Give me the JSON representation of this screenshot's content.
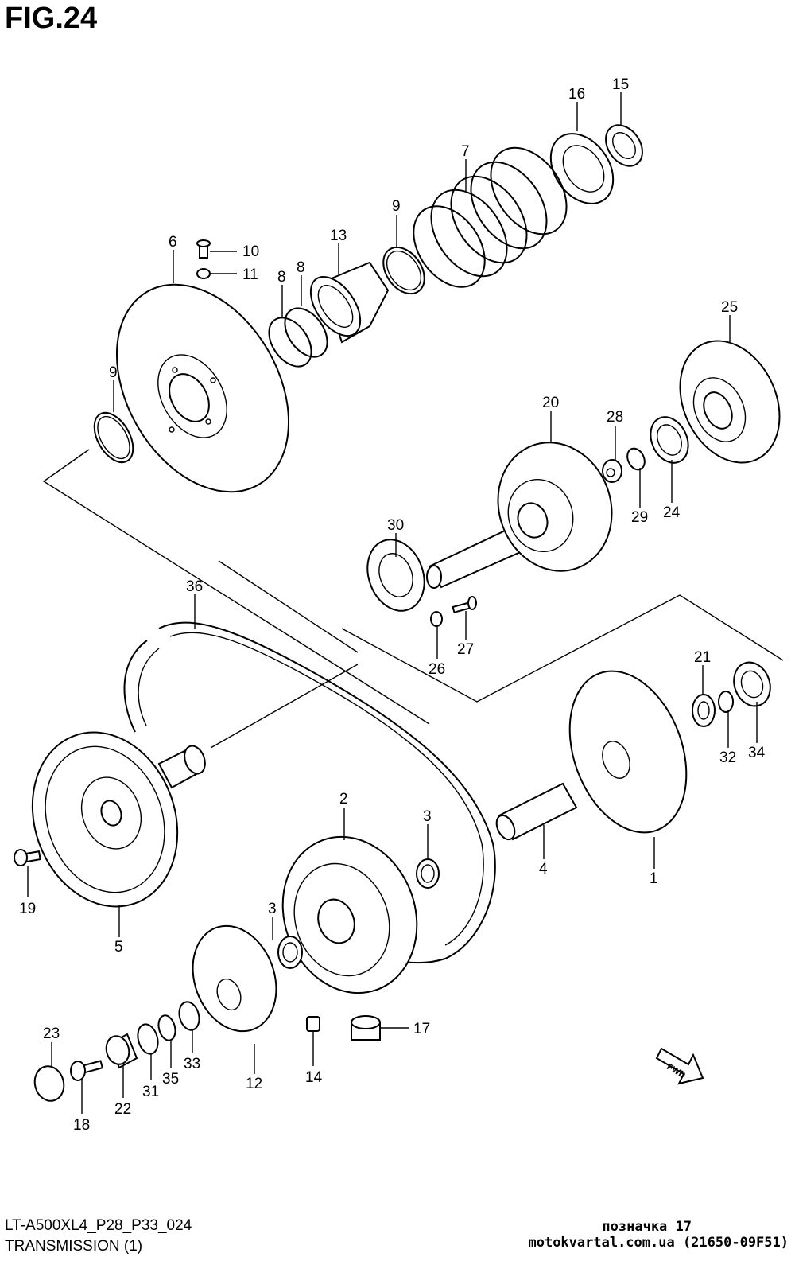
{
  "figure": {
    "title": "FIG.24"
  },
  "footer": {
    "model_code": "LT-A500XL4_P28_P33_024",
    "section_name": "TRANSMISSION (1)",
    "note_line": "позначка 17",
    "site_line": "motokvartal.com.ua (21650-09F51)"
  },
  "fwd_badge": "FWD",
  "callouts": [
    {
      "id": "c15",
      "label": "15"
    },
    {
      "id": "c16",
      "label": "16"
    },
    {
      "id": "c7",
      "label": "7"
    },
    {
      "id": "c9a",
      "label": "9"
    },
    {
      "id": "c13",
      "label": "13"
    },
    {
      "id": "c10",
      "label": "10"
    },
    {
      "id": "c11",
      "label": "11"
    },
    {
      "id": "c6",
      "label": "6"
    },
    {
      "id": "c8a",
      "label": "8"
    },
    {
      "id": "c8b",
      "label": "8"
    },
    {
      "id": "c9b",
      "label": "9"
    },
    {
      "id": "c25",
      "label": "25"
    },
    {
      "id": "c20",
      "label": "20"
    },
    {
      "id": "c28",
      "label": "28"
    },
    {
      "id": "c29",
      "label": "29"
    },
    {
      "id": "c24",
      "label": "24"
    },
    {
      "id": "c30",
      "label": "30"
    },
    {
      "id": "c36",
      "label": "36"
    },
    {
      "id": "c26",
      "label": "26"
    },
    {
      "id": "c27",
      "label": "27"
    },
    {
      "id": "c21",
      "label": "21"
    },
    {
      "id": "c32",
      "label": "32"
    },
    {
      "id": "c34",
      "label": "34"
    },
    {
      "id": "c2",
      "label": "2"
    },
    {
      "id": "c3a",
      "label": "3"
    },
    {
      "id": "c4",
      "label": "4"
    },
    {
      "id": "c1",
      "label": "1"
    },
    {
      "id": "c19",
      "label": "19"
    },
    {
      "id": "c5",
      "label": "5"
    },
    {
      "id": "c3b",
      "label": "3"
    },
    {
      "id": "c17",
      "label": "17"
    },
    {
      "id": "c23",
      "label": "23"
    },
    {
      "id": "c12",
      "label": "12"
    },
    {
      "id": "c14",
      "label": "14"
    },
    {
      "id": "c33",
      "label": "33"
    },
    {
      "id": "c35",
      "label": "35"
    },
    {
      "id": "c31",
      "label": "31"
    },
    {
      "id": "c22",
      "label": "22"
    },
    {
      "id": "c18",
      "label": "18"
    }
  ]
}
